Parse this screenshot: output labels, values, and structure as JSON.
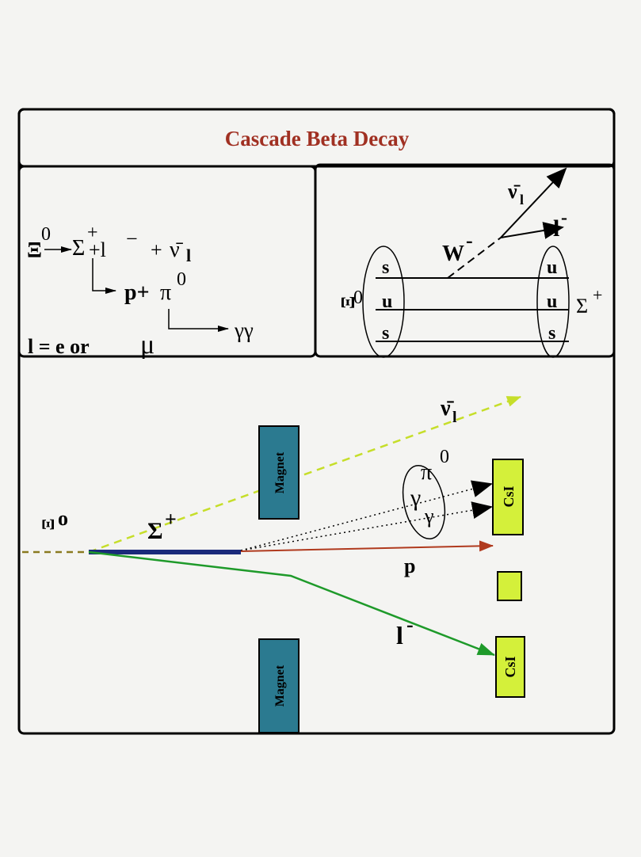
{
  "title": "Cascade Beta Decay",
  "equation": {
    "xi": "Ξ",
    "zero": "0",
    "sigma": "Σ",
    "plus": "+",
    "plus_l": "+l",
    "minus": "−",
    "plus_sign": "+",
    "nu_bar": "ν̄",
    "l_sub": "l",
    "p_plus": "p+",
    "pi": "π",
    "pi_sup": "0",
    "gamma_gamma": "γγ",
    "lepton_def": "l = e or",
    "mu": "μ"
  },
  "quark_diagram": {
    "xi": "Ξ",
    "xi_sup": "0",
    "left_quarks": [
      "s",
      "u",
      "s"
    ],
    "right_quarks": [
      "u",
      "u",
      "s"
    ],
    "w_label": "W",
    "w_sup": "-",
    "nu_bar": "ν̄",
    "nu_sub": "l",
    "lepton": "l",
    "lepton_sup": "-",
    "sigma": "Σ",
    "sigma_sup": "+"
  },
  "detector": {
    "xi": "Ξ",
    "xi_sup": "o",
    "sigma": "Σ",
    "sigma_sup": "+",
    "nu_bar": "ν̄",
    "nu_sub": "l",
    "pi": "π",
    "pi_sup": "0",
    "gamma1": "γ",
    "gamma2": "γ",
    "proton": "p",
    "lepton": "l",
    "lepton_sup": "-",
    "magnet_label": "Magnet",
    "csi_label": "CsI"
  },
  "colors": {
    "title": "#a03022",
    "magnet": "#2b7a90",
    "csi": "#d4f03a",
    "nu_track": "#c6de2a",
    "proton_track": "#b03a1e",
    "lepton_track": "#1e9a2a",
    "sigma_track": "#1a2a7a",
    "xi_track": "#8a7a20"
  }
}
